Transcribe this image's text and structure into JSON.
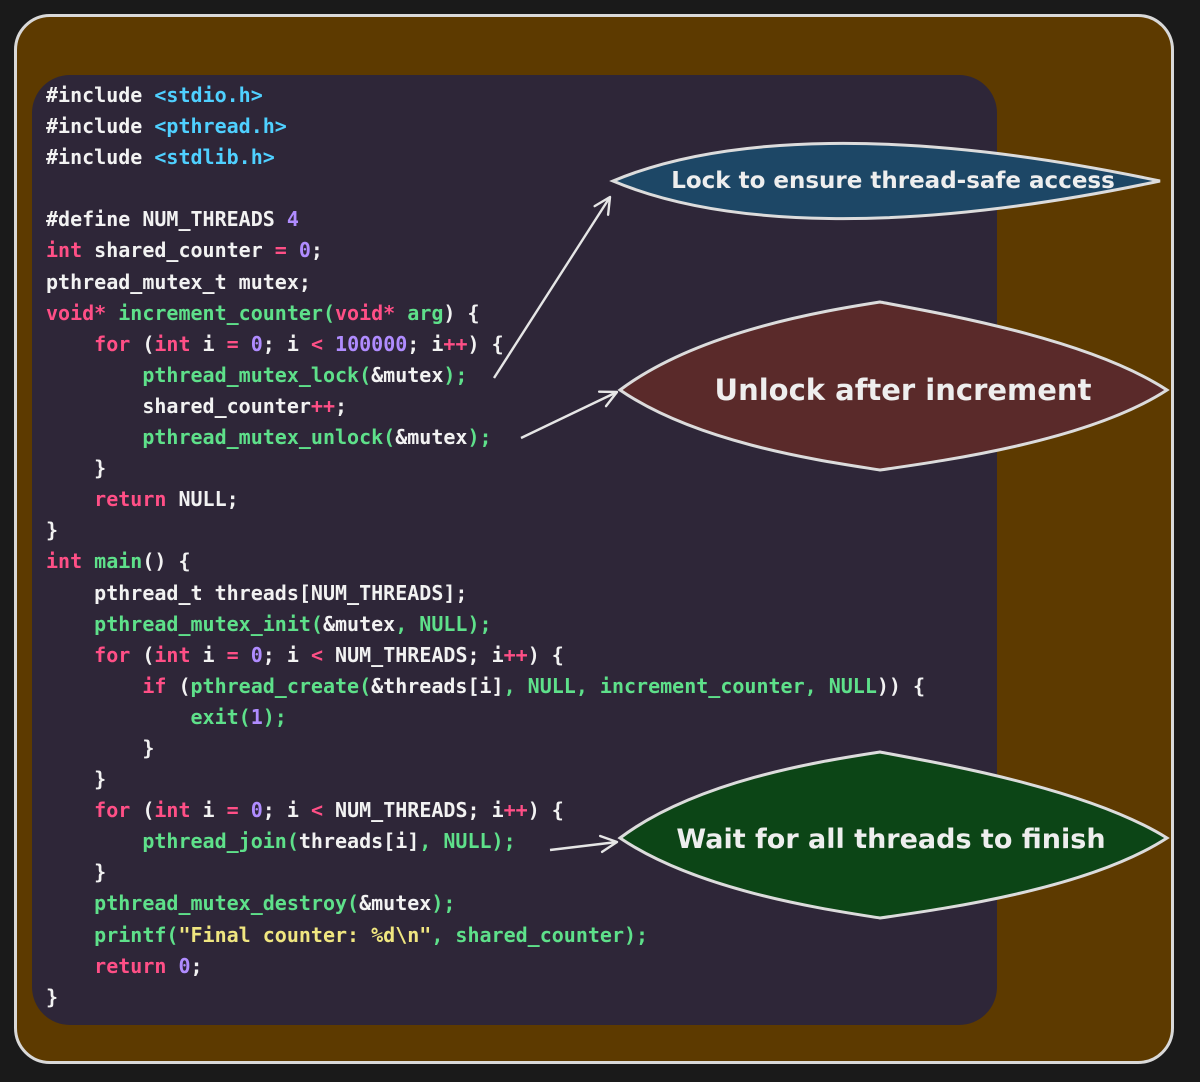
{
  "code_lines": [
    [
      {
        "t": "#include ",
        "c": "tok-txt"
      },
      {
        "t": "<stdio.h>",
        "c": "tok-hdr"
      }
    ],
    [
      {
        "t": "#include ",
        "c": "tok-txt"
      },
      {
        "t": "<pthread.h>",
        "c": "tok-hdr"
      }
    ],
    [
      {
        "t": "#include ",
        "c": "tok-txt"
      },
      {
        "t": "<stdlib.h>",
        "c": "tok-hdr"
      }
    ],
    [],
    [
      {
        "t": "#define NUM_THREADS ",
        "c": "tok-txt"
      },
      {
        "t": "4",
        "c": "tok-num"
      }
    ],
    [
      {
        "t": "int",
        "c": "tok-kw"
      },
      {
        "t": " shared_counter ",
        "c": "tok-txt"
      },
      {
        "t": "=",
        "c": "tok-kw"
      },
      {
        "t": " ",
        "c": "tok-txt"
      },
      {
        "t": "0",
        "c": "tok-num"
      },
      {
        "t": ";",
        "c": "tok-txt"
      }
    ],
    [
      {
        "t": "pthread_mutex_t mutex;",
        "c": "tok-txt"
      }
    ],
    [
      {
        "t": "void*",
        "c": "tok-kw"
      },
      {
        "t": " ",
        "c": "tok-txt"
      },
      {
        "t": "increment_counter(",
        "c": "tok-fn"
      },
      {
        "t": "void*",
        "c": "tok-kw"
      },
      {
        "t": " ",
        "c": "tok-txt"
      },
      {
        "t": "arg",
        "c": "tok-fn"
      },
      {
        "t": ") {",
        "c": "tok-txt"
      }
    ],
    [
      {
        "t": "    ",
        "c": "tok-txt"
      },
      {
        "t": "for",
        "c": "tok-kw"
      },
      {
        "t": " (",
        "c": "tok-txt"
      },
      {
        "t": "int",
        "c": "tok-kw"
      },
      {
        "t": " i ",
        "c": "tok-txt"
      },
      {
        "t": "=",
        "c": "tok-kw"
      },
      {
        "t": " ",
        "c": "tok-txt"
      },
      {
        "t": "0",
        "c": "tok-num"
      },
      {
        "t": "; i ",
        "c": "tok-txt"
      },
      {
        "t": "<",
        "c": "tok-kw"
      },
      {
        "t": " ",
        "c": "tok-txt"
      },
      {
        "t": "100000",
        "c": "tok-num"
      },
      {
        "t": "; i",
        "c": "tok-txt"
      },
      {
        "t": "++",
        "c": "tok-kw"
      },
      {
        "t": ") {",
        "c": "tok-txt"
      }
    ],
    [
      {
        "t": "        ",
        "c": "tok-txt"
      },
      {
        "t": "pthread_mutex_lock(",
        "c": "tok-fn"
      },
      {
        "t": "&mutex",
        "c": "tok-txt"
      },
      {
        "t": ");",
        "c": "tok-fn"
      }
    ],
    [
      {
        "t": "        shared_counter",
        "c": "tok-txt"
      },
      {
        "t": "++",
        "c": "tok-kw"
      },
      {
        "t": ";",
        "c": "tok-txt"
      }
    ],
    [
      {
        "t": "        ",
        "c": "tok-txt"
      },
      {
        "t": "pthread_mutex_unlock(",
        "c": "tok-fn"
      },
      {
        "t": "&mutex",
        "c": "tok-txt"
      },
      {
        "t": ");",
        "c": "tok-fn"
      }
    ],
    [
      {
        "t": "    }",
        "c": "tok-txt"
      }
    ],
    [
      {
        "t": "    ",
        "c": "tok-txt"
      },
      {
        "t": "return",
        "c": "tok-kw"
      },
      {
        "t": " NULL;",
        "c": "tok-txt"
      }
    ],
    [
      {
        "t": "}",
        "c": "tok-txt"
      }
    ],
    [
      {
        "t": "int",
        "c": "tok-kw"
      },
      {
        "t": " ",
        "c": "tok-txt"
      },
      {
        "t": "main",
        "c": "tok-fn"
      },
      {
        "t": "() {",
        "c": "tok-txt"
      }
    ],
    [
      {
        "t": "    pthread_t threads[NUM_THREADS];",
        "c": "tok-txt"
      }
    ],
    [
      {
        "t": "    ",
        "c": "tok-txt"
      },
      {
        "t": "pthread_mutex_init(",
        "c": "tok-fn"
      },
      {
        "t": "&mutex",
        "c": "tok-txt"
      },
      {
        "t": ", NULL);",
        "c": "tok-fn"
      }
    ],
    [
      {
        "t": "    ",
        "c": "tok-txt"
      },
      {
        "t": "for",
        "c": "tok-kw"
      },
      {
        "t": " (",
        "c": "tok-txt"
      },
      {
        "t": "int",
        "c": "tok-kw"
      },
      {
        "t": " i ",
        "c": "tok-txt"
      },
      {
        "t": "=",
        "c": "tok-kw"
      },
      {
        "t": " ",
        "c": "tok-txt"
      },
      {
        "t": "0",
        "c": "tok-num"
      },
      {
        "t": "; i ",
        "c": "tok-txt"
      },
      {
        "t": "<",
        "c": "tok-kw"
      },
      {
        "t": " NUM_THREADS; i",
        "c": "tok-txt"
      },
      {
        "t": "++",
        "c": "tok-kw"
      },
      {
        "t": ") {",
        "c": "tok-txt"
      }
    ],
    [
      {
        "t": "        ",
        "c": "tok-txt"
      },
      {
        "t": "if",
        "c": "tok-kw"
      },
      {
        "t": " (",
        "c": "tok-txt"
      },
      {
        "t": "pthread_create(",
        "c": "tok-fn"
      },
      {
        "t": "&threads[i]",
        "c": "tok-txt"
      },
      {
        "t": ", NULL, increment_counter, NULL",
        "c": "tok-fn"
      },
      {
        "t": ")) {",
        "c": "tok-txt"
      }
    ],
    [
      {
        "t": "            ",
        "c": "tok-txt"
      },
      {
        "t": "exit(",
        "c": "tok-fn"
      },
      {
        "t": "1",
        "c": "tok-num"
      },
      {
        "t": ");",
        "c": "tok-fn"
      }
    ],
    [
      {
        "t": "        }",
        "c": "tok-txt"
      }
    ],
    [
      {
        "t": "    }",
        "c": "tok-txt"
      }
    ],
    [
      {
        "t": "    ",
        "c": "tok-txt"
      },
      {
        "t": "for",
        "c": "tok-kw"
      },
      {
        "t": " (",
        "c": "tok-txt"
      },
      {
        "t": "int",
        "c": "tok-kw"
      },
      {
        "t": " i ",
        "c": "tok-txt"
      },
      {
        "t": "=",
        "c": "tok-kw"
      },
      {
        "t": " ",
        "c": "tok-txt"
      },
      {
        "t": "0",
        "c": "tok-num"
      },
      {
        "t": "; i ",
        "c": "tok-txt"
      },
      {
        "t": "<",
        "c": "tok-kw"
      },
      {
        "t": " NUM_THREADS; i",
        "c": "tok-txt"
      },
      {
        "t": "++",
        "c": "tok-kw"
      },
      {
        "t": ") {",
        "c": "tok-txt"
      }
    ],
    [
      {
        "t": "        ",
        "c": "tok-txt"
      },
      {
        "t": "pthread_join(",
        "c": "tok-fn"
      },
      {
        "t": "threads[i]",
        "c": "tok-txt"
      },
      {
        "t": ", NULL);",
        "c": "tok-fn"
      }
    ],
    [
      {
        "t": "    }",
        "c": "tok-txt"
      }
    ],
    [
      {
        "t": "    ",
        "c": "tok-txt"
      },
      {
        "t": "pthread_mutex_destroy(",
        "c": "tok-fn"
      },
      {
        "t": "&mutex",
        "c": "tok-txt"
      },
      {
        "t": ");",
        "c": "tok-fn"
      }
    ],
    [
      {
        "t": "    ",
        "c": "tok-txt"
      },
      {
        "t": "printf(",
        "c": "tok-fn"
      },
      {
        "t": "\"Final counter: %d\\n\"",
        "c": "tok-str"
      },
      {
        "t": ", shared_counter);",
        "c": "tok-fn"
      }
    ],
    [
      {
        "t": "    ",
        "c": "tok-txt"
      },
      {
        "t": "return",
        "c": "tok-kw"
      },
      {
        "t": " ",
        "c": "tok-txt"
      },
      {
        "t": "0",
        "c": "tok-num"
      },
      {
        "t": ";",
        "c": "tok-txt"
      }
    ],
    [
      {
        "t": "}",
        "c": "tok-txt"
      }
    ]
  ],
  "callouts": {
    "lock": {
      "label": "Lock to ensure thread-safe access",
      "fill": "#1d4766"
    },
    "unlock": {
      "label": "Unlock after increment",
      "fill": "#5a2a2a"
    },
    "wait": {
      "label": "Wait for all threads to finish",
      "fill": "#0c4516"
    }
  },
  "colors": {
    "background": "#1a1a1a",
    "frame": "#5d3a00",
    "code_panel": "#2e2638",
    "keyword": "#ff4f86",
    "function": "#5ee08a",
    "number": "#b08cff",
    "header": "#4fd0ff",
    "string": "#f0e680",
    "arrow": "#e6e6e6"
  }
}
